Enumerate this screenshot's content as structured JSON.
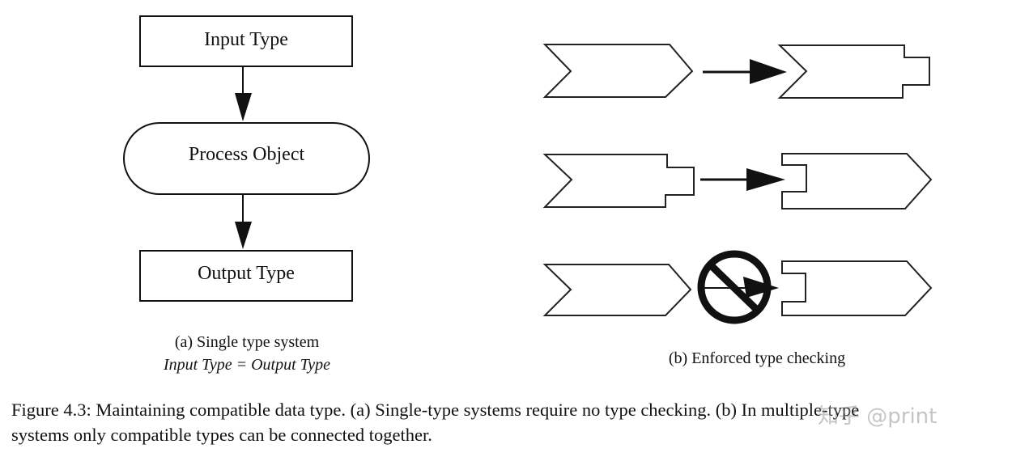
{
  "panel_a": {
    "input_label": "Input Type",
    "process_label": "Process Object",
    "output_label": "Output Type",
    "caption": "(a) Single type system",
    "caption_equation": "Input Type = Output Type"
  },
  "panel_b": {
    "caption": "(b) Enforced type checking"
  },
  "figure_caption": {
    "line1": "Figure 4.3: Maintaining compatible data type. (a) Single-type systems require no type checking. (b) In multiple-type",
    "line2": "systems only compatible types can be connected together."
  },
  "watermark": "知乎 @print"
}
